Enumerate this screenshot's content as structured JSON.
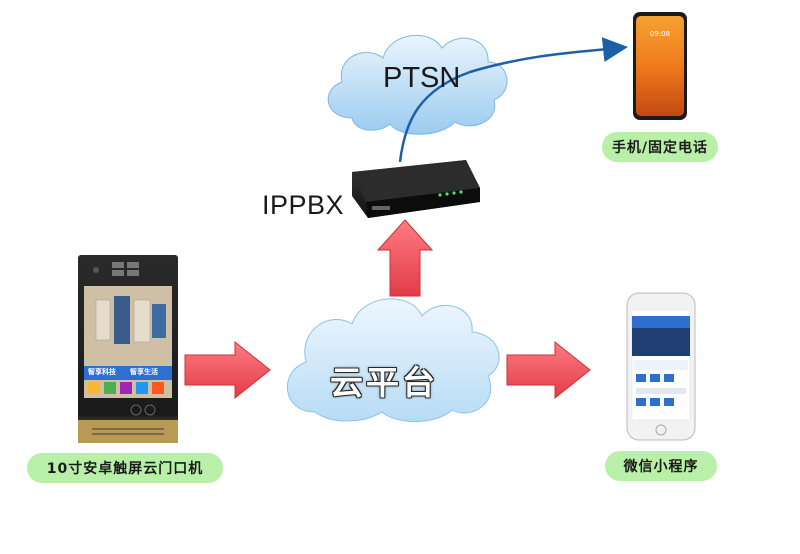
{
  "nodes": {
    "pstn": {
      "label": "PTSN"
    },
    "ippbx": {
      "label": "IPPBX"
    },
    "cloud": {
      "label": "云平台"
    },
    "phone": {
      "label": "手机/固定电话"
    },
    "doorbell": {
      "label": "10寸安卓触屏云门口机",
      "screen_text_left": "智享科技",
      "screen_text_right": "智享生活"
    },
    "miniprogram": {
      "label": "微信小程序"
    }
  },
  "colors": {
    "arrow_red": "#f0515a",
    "pill_green": "#b9f0a8",
    "cloud_blue": "#a8d4f2",
    "link_blue": "#1d5fa8"
  }
}
